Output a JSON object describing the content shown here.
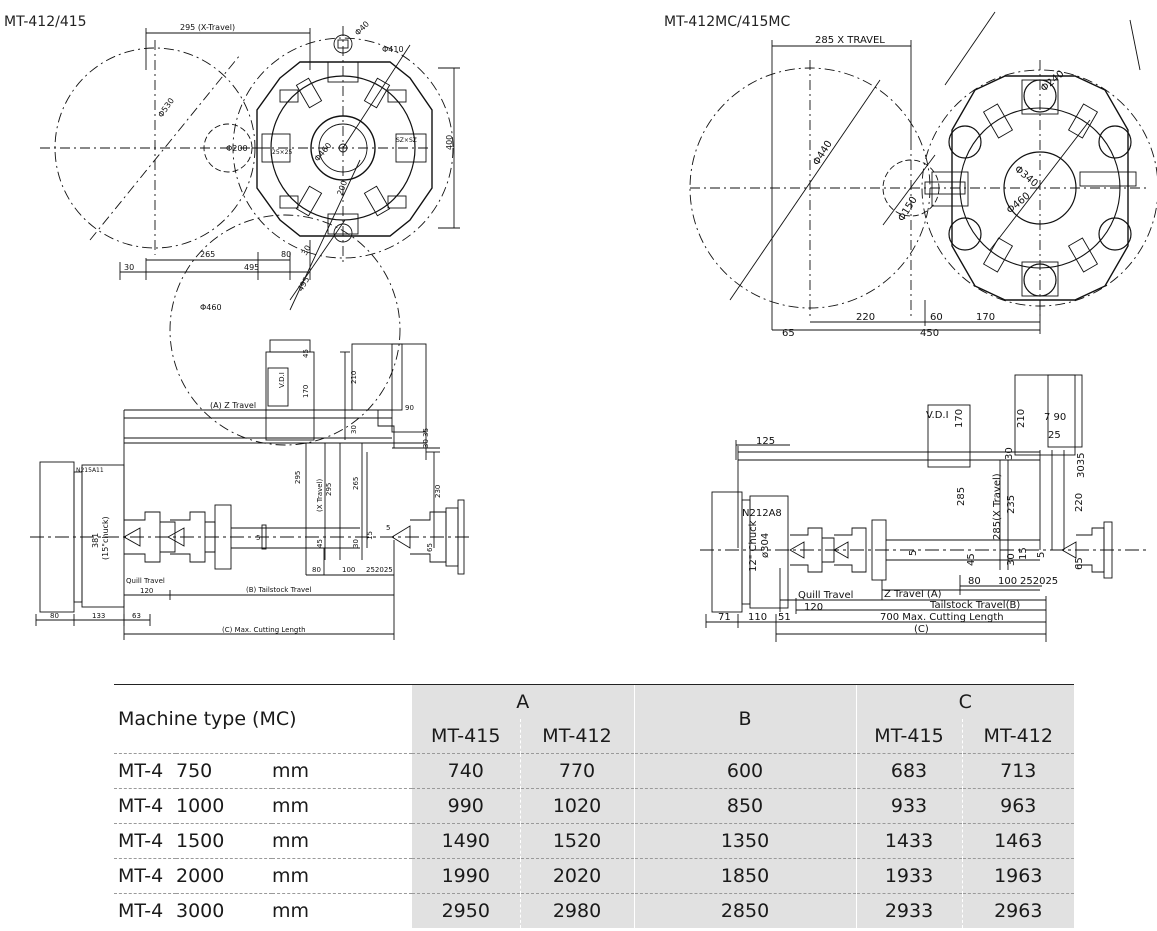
{
  "figures": {
    "top_left_title": "MT-412/415",
    "top_right_title": "MT-412MC/415MC",
    "tl": {
      "x_travel": "295 (X-Travel)",
      "d40": "Φ40",
      "d410": "Φ410",
      "d530": "Φ530",
      "d200": "Φ200",
      "d460c": "Φ460",
      "d460": "Φ460",
      "dim400": "400",
      "dim200": "200",
      "dim265": "265",
      "dim80": "80",
      "dim30": "30",
      "dim495": "495",
      "dim495b": "495",
      "dim30b": "30",
      "slot1": "25×25",
      "slot2": "SZ×SZ"
    },
    "tr": {
      "x_travel": "285 X TRAVEL",
      "d240": "Φ240",
      "d440": "Φ440",
      "d150": "Φ150",
      "d340": "Φ340",
      "d460": "Φ460",
      "dim220": "220",
      "dim60": "60",
      "dim170": "170",
      "dim65": "65",
      "dim450": "450"
    },
    "bl": {
      "z_travel": "(A) Z Travel",
      "n_label": "N215A11",
      "chuck": "381",
      "chuck2": "(15\"chuck)",
      "quill": "Quill Travel",
      "quill_val": "120",
      "tailstock": "(B) Tailstock Travel",
      "cut_len": "(C) Max. Cutting Length",
      "vdi": "V.D.I",
      "d45": "45",
      "d170": "170",
      "d210": "210",
      "d90": "90",
      "d30": "30",
      "d30_35": "30 35",
      "d295": "295",
      "xtravel": "(X Travel)",
      "xt295": "295",
      "d265": "265",
      "d230": "230",
      "d5": "5",
      "d45b": "45",
      "d30b": "30",
      "d15": "15",
      "d5b": "5",
      "d65": "65",
      "d80": "80",
      "d100": "100",
      "d252025": "252025",
      "d80b": "80",
      "d133": "133",
      "d63": "63"
    },
    "br": {
      "d125": "125",
      "vdi": "V.D.I",
      "d170": "170",
      "d210": "210",
      "d7_90": "7  90",
      "d25": "25",
      "d30": "30",
      "d3035": "3035",
      "n_label": "N212A8",
      "chuck": "12\" Chuck",
      "d304": "ø304",
      "d285": "285",
      "xtravel": "285(X Travel)",
      "d235": "235",
      "d220": "220",
      "d5": "5",
      "d45": "45",
      "d15": "15",
      "d5b": "5",
      "d65": "65",
      "d80": "80",
      "d100": "100",
      "d252025": "252025",
      "ztravel": "Z Travel  (A)",
      "quill": "Quill Travel",
      "quill_val": "120",
      "tailstock": "Tailstock Travel(B)",
      "cut_len": "700 Max. Cutting Length",
      "c_label": "(C)",
      "d71": "71",
      "d110": "110",
      "d51": "51"
    }
  },
  "table": {
    "header_label": "Machine type (MC)",
    "group_a": "A",
    "group_b": "B",
    "group_c": "C",
    "sub_a1": "MT-415",
    "sub_a2": "MT-412",
    "sub_c1": "MT-415",
    "sub_c2": "MT-412",
    "rows": [
      {
        "model": "MT-4",
        "size": "750",
        "unit": "mm",
        "a415": "740",
        "a412": "770",
        "b": "600",
        "c415": "683",
        "c412": "713"
      },
      {
        "model": "MT-4",
        "size": "1000",
        "unit": "mm",
        "a415": "990",
        "a412": "1020",
        "b": "850",
        "c415": "933",
        "c412": "963"
      },
      {
        "model": "MT-4",
        "size": "1500",
        "unit": "mm",
        "a415": "1490",
        "a412": "1520",
        "b": "1350",
        "c415": "1433",
        "c412": "1463"
      },
      {
        "model": "MT-4",
        "size": "2000",
        "unit": "mm",
        "a415": "1990",
        "a412": "2020",
        "b": "1850",
        "c415": "1933",
        "c412": "1963"
      },
      {
        "model": "MT-4",
        "size": "3000",
        "unit": "mm",
        "a415": "2950",
        "a412": "2980",
        "b": "2850",
        "c415": "2933",
        "c412": "2963"
      }
    ]
  }
}
